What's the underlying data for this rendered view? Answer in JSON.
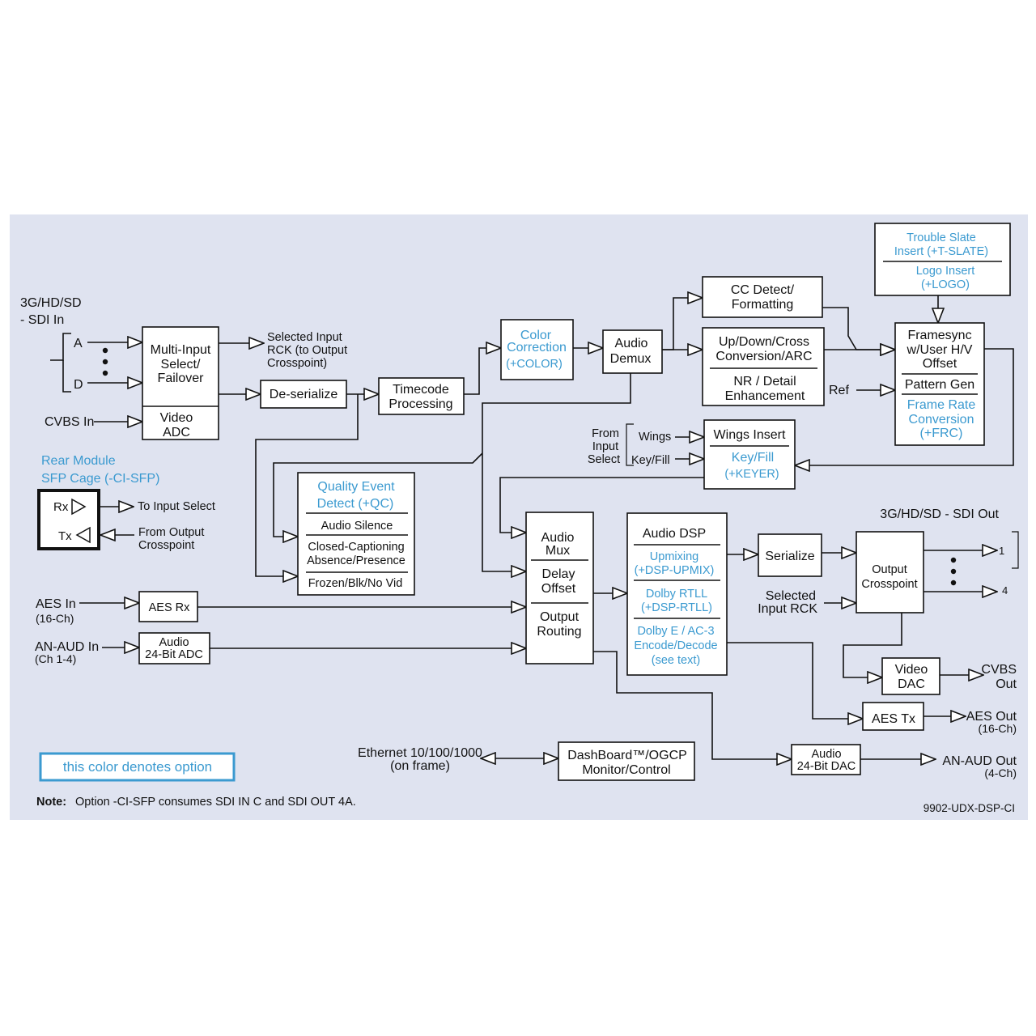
{
  "colors": {
    "panel_bg": "#dfe3f0",
    "option_text": "#3b9ad0",
    "line": "#111111",
    "box_fill": "#ffffff"
  },
  "inputs": {
    "sdi_in_l1": "3G/HD/SD",
    "sdi_in_l2": "- SDI In",
    "input_a": "A",
    "input_d": "D",
    "cvbs_in": "CVBS In"
  },
  "multi_input": {
    "l1": "Multi-Input",
    "l2": "Select/",
    "l3": "Failover",
    "video_adc_l1": "Video",
    "video_adc_l2": "ADC"
  },
  "selected_input_rck": {
    "l1": "Selected Input",
    "l2": "RCK (to Output",
    "l3": "Crosspoint)"
  },
  "deserialize": "De-serialize",
  "timecode": {
    "l1": "Timecode",
    "l2": "Processing"
  },
  "color_correction": {
    "l1": "Color",
    "l2": "Correction",
    "l3": "(+COLOR)"
  },
  "audio_demux": {
    "l1": "Audio",
    "l2": "Demux"
  },
  "cc_detect": {
    "l1": "CC Detect/",
    "l2": "Formatting"
  },
  "updown": {
    "l1": "Up/Down/Cross",
    "l2": "Conversion/ARC",
    "l3": "NR / Detail",
    "l4": "Enhancement"
  },
  "trouble_slate": {
    "l1": "Trouble Slate",
    "l2": "Insert (+T-SLATE)",
    "l3": "Logo Insert",
    "l4": "(+LOGO)"
  },
  "framesync": {
    "l1": "Framesync",
    "l2": "w/User H/V",
    "l3": "Offset",
    "l4": "Pattern Gen",
    "l5": "Frame Rate",
    "l6": "Conversion",
    "l7": "(+FRC)"
  },
  "ref": "Ref",
  "from_input_select": {
    "l1": "From",
    "l2": "Input",
    "l3": "Select",
    "wings": "Wings",
    "keyfill": "Key/Fill"
  },
  "wings_insert": {
    "l1": "Wings Insert",
    "l2": "Key/Fill",
    "l3": "(+KEYER)"
  },
  "rear_module": {
    "l1": "Rear Module",
    "l2": "SFP Cage (-CI-SFP)",
    "rx": "Rx",
    "tx": "Tx",
    "to_input_select": "To Input Select",
    "from_output_l1": "From Output",
    "from_output_l2": "Crosspoint"
  },
  "qc": {
    "l1": "Quality Event",
    "l2": "Detect (+QC)",
    "l3": "Audio Silence",
    "l4": "Closed-Captioning",
    "l5": "Absence/Presence",
    "l6": "Frozen/Blk/No Vid"
  },
  "audio_mux": {
    "l1": "Audio",
    "l2": "Mux",
    "l3": "Delay",
    "l4": "Offset",
    "l5": "Output",
    "l6": "Routing"
  },
  "audio_dsp": {
    "title": "Audio DSP",
    "l1": "Upmixing",
    "l2": "(+DSP-UPMIX)",
    "l3": "Dolby RTLL",
    "l4": "(+DSP-RTLL)",
    "l5": "Dolby E / AC-3",
    "l6": "Encode/Decode",
    "l7": "(see text)"
  },
  "serialize": "Serialize",
  "sdi_out": "3G/HD/SD - SDI Out",
  "output_crosspoint": {
    "l1": "Output",
    "l2": "Crosspoint"
  },
  "out_1": "1",
  "out_4": "4",
  "selected_input_rck2": {
    "l1": "Selected",
    "l2": "Input RCK"
  },
  "aes_in": {
    "l1": "AES In",
    "l2": "(16-Ch)"
  },
  "aes_rx": "AES Rx",
  "an_aud_in": {
    "l1": "AN-AUD In",
    "l2": "(Ch 1-4)"
  },
  "audio_adc": {
    "l1": "Audio",
    "l2": "24-Bit ADC"
  },
  "video_dac": {
    "l1": "Video",
    "l2": "DAC"
  },
  "cvbs_out": {
    "l1": "CVBS",
    "l2": "Out"
  },
  "aes_tx": "AES Tx",
  "aes_out": {
    "l1": "AES Out",
    "l2": "(16-Ch)"
  },
  "audio_dac": {
    "l1": "Audio",
    "l2": "24-Bit DAC"
  },
  "an_aud_out": {
    "l1": "AN-AUD Out",
    "l2": "(4-Ch)"
  },
  "ethernet": {
    "l1": "Ethernet 10/100/1000",
    "l2": "(on frame)"
  },
  "dashboard": {
    "l1": "DashBoard™/OGCP",
    "l2": "Monitor/Control"
  },
  "legend": "this color denotes option",
  "note_label": "Note:",
  "note_text": "Option -CI-SFP consumes SDI IN C and SDI OUT 4A.",
  "part_number": "9902-UDX-DSP-CI"
}
